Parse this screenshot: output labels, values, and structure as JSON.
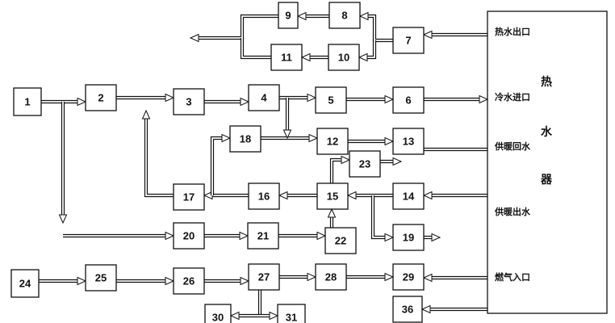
{
  "heater": {
    "title_chars": [
      "热",
      "水",
      "器"
    ],
    "ports": [
      "热水出口",
      "冷水进口",
      "供暖回水",
      "供暖出水",
      "燃气入口"
    ]
  },
  "blocks": [
    "1",
    "2",
    "3",
    "4",
    "5",
    "6",
    "7",
    "8",
    "9",
    "10",
    "11",
    "12",
    "13",
    "14",
    "15",
    "16",
    "17",
    "18",
    "19",
    "20",
    "21",
    "22",
    "23",
    "24",
    "25",
    "26",
    "27",
    "28",
    "29",
    "30",
    "31",
    "36"
  ]
}
